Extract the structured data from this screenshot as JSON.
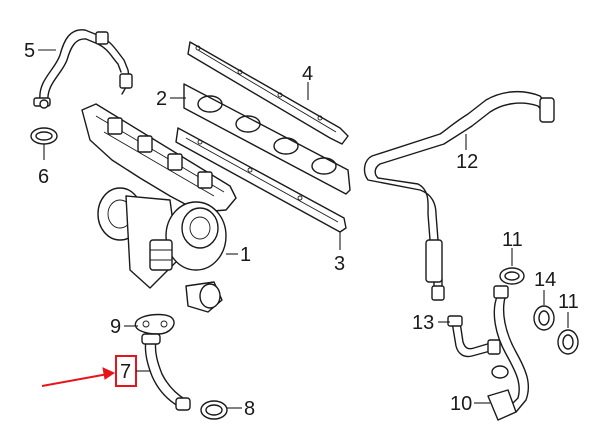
{
  "colors": {
    "line": "#1a1a1a",
    "highlight": "#e8141c",
    "background": "#ffffff"
  },
  "callouts": [
    {
      "id": "c1",
      "label": "1"
    },
    {
      "id": "c2",
      "label": "2"
    },
    {
      "id": "c3",
      "label": "3"
    },
    {
      "id": "c4",
      "label": "4"
    },
    {
      "id": "c5",
      "label": "5"
    },
    {
      "id": "c6",
      "label": "6"
    },
    {
      "id": "c7",
      "label": "7"
    },
    {
      "id": "c8",
      "label": "8"
    },
    {
      "id": "c9",
      "label": "9"
    },
    {
      "id": "c10",
      "label": "10"
    },
    {
      "id": "c11a",
      "label": "11"
    },
    {
      "id": "c11b",
      "label": "11"
    },
    {
      "id": "c12",
      "label": "12"
    },
    {
      "id": "c13",
      "label": "13"
    },
    {
      "id": "c14",
      "label": "14"
    }
  ],
  "highlighted_callout": "7"
}
